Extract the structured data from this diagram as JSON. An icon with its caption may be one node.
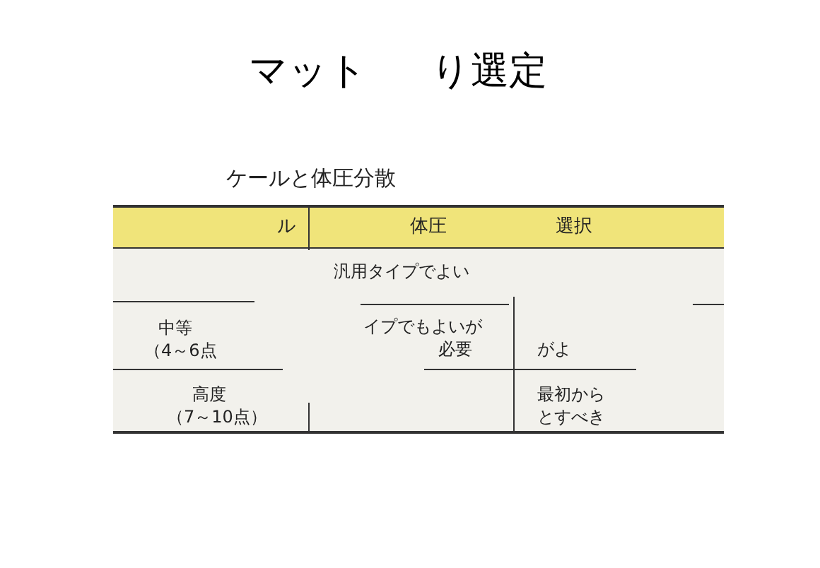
{
  "diagram": {
    "labels": [
      "マット",
      "り選定",
      "ケールと体圧分散",
      "ル",
      "体圧",
      "選択",
      "汎用タイプでよい",
      "中等",
      "（4～6点",
      "イプでもよいが",
      "必要",
      "がよ",
      "高度",
      "（7～10点）",
      "最初から",
      "とすべき"
    ]
  }
}
